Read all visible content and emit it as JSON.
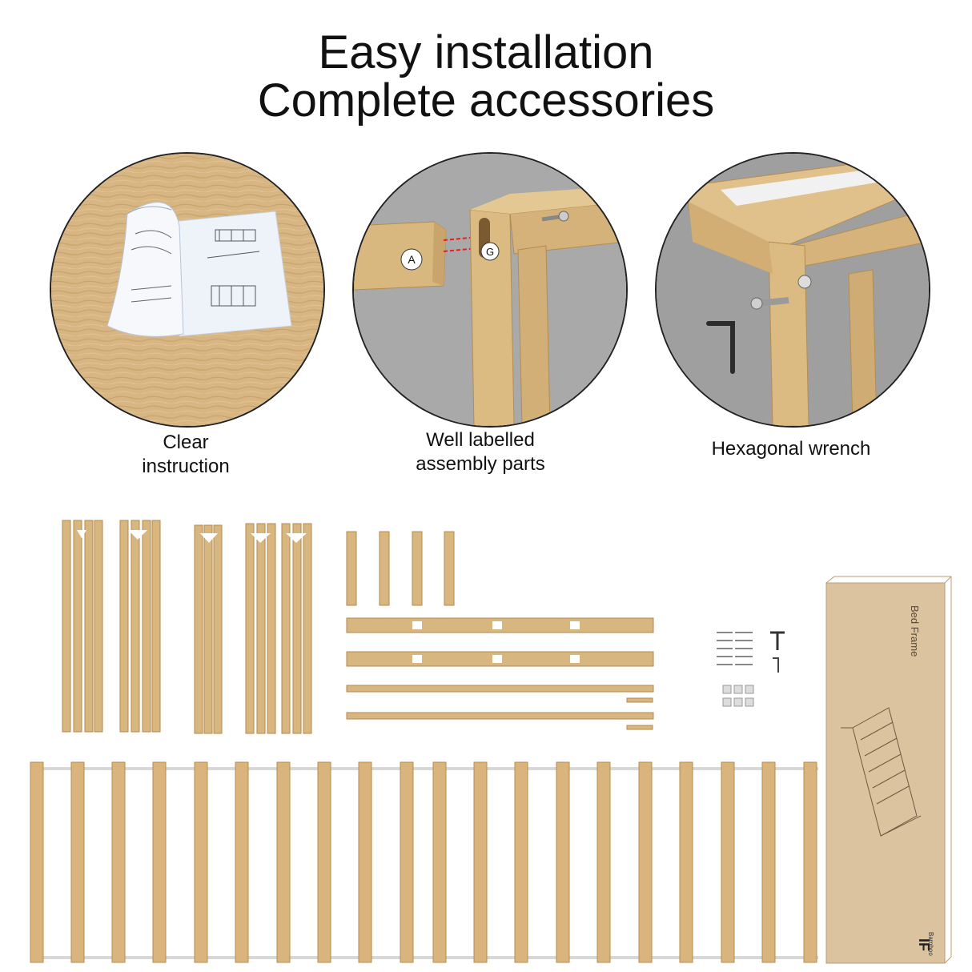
{
  "header": {
    "line1": "Easy installation",
    "line2": "Complete accessories"
  },
  "features": [
    {
      "caption_line1": "Clear",
      "caption_line2": "instruction",
      "icon": "instruction-manual-photo"
    },
    {
      "caption_line1": "Well labelled",
      "caption_line2": "assembly parts",
      "icon": "labelled-joint-photo",
      "label_a": "A",
      "label_g": "G"
    },
    {
      "caption_line1": "Hexagonal wrench",
      "caption_line2": "",
      "icon": "hex-wrench-photo"
    }
  ],
  "box": {
    "title": "Bed Frame",
    "brand_mark": "IF",
    "brand_name": "Bamboo"
  },
  "colors": {
    "wood": "#d8b67f",
    "box": "#dcc3a0",
    "background": "#ffffff"
  }
}
